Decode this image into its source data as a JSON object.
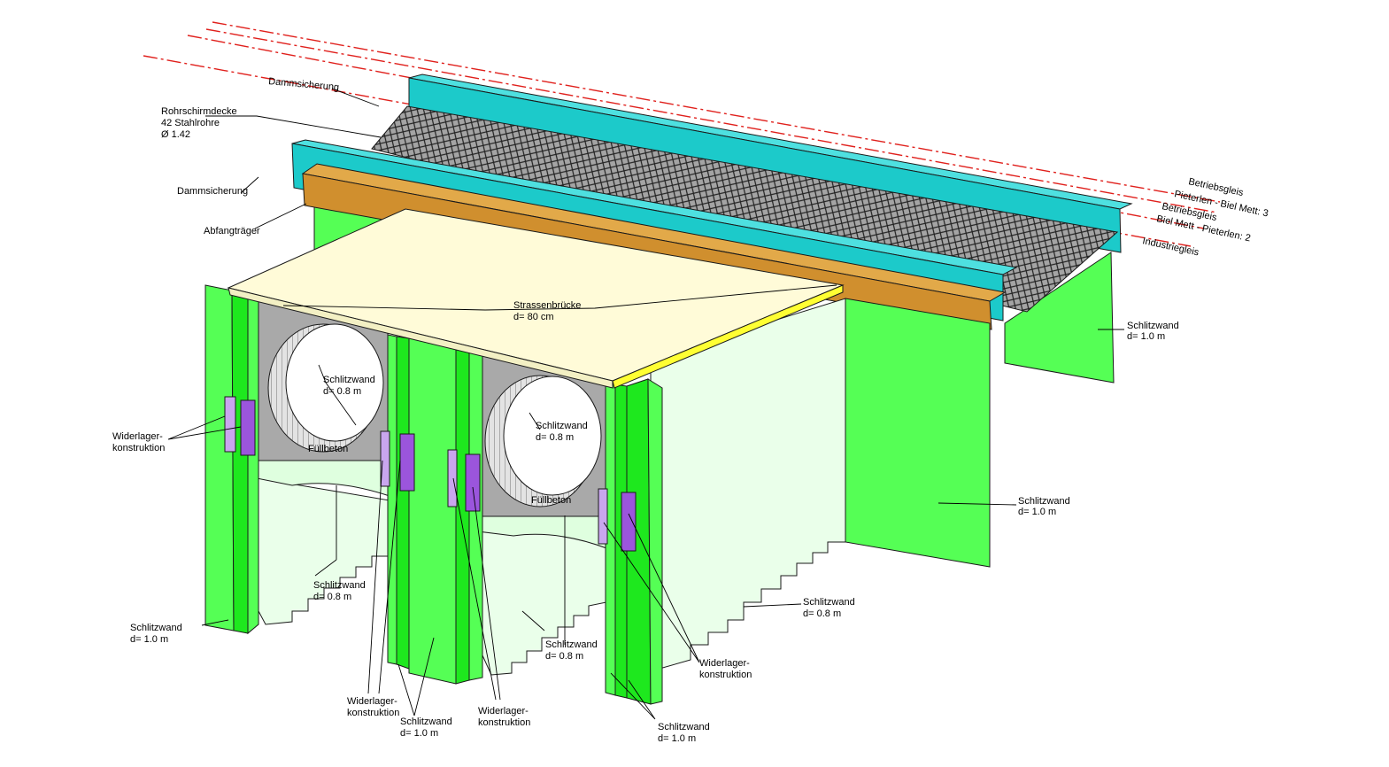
{
  "colors": {
    "diaphragm_wall": "#55ff55",
    "diaphragm_wall_dark": "#1ee81e",
    "inner_wall": "#eaffea",
    "road_bridge": "#fffbd8",
    "road_bridge_edge": "#ffff33",
    "cap_beam": "#d08f2e",
    "steel_beam": "#1ccaca",
    "pipe_roof": "#8a8a8a",
    "abutment": "#c9a6ee",
    "abutment_dark": "#9b55dc",
    "infill_concrete": "#a9a9a9",
    "track_line": "#e0201c"
  },
  "labels": {
    "dammsicherung_top": "Dammsicherung",
    "rohrschirmdecke_l1": "Rohrschirmdecke",
    "rohrschirmdecke_l2": "42 Stahlrohre",
    "rohrschirmdecke_l3": "Ø 1.42",
    "dammsicherung_left": "Dammsicherung",
    "abfangtraeger": "Abfangträger",
    "track1_l1": "Betriebsgleis",
    "track1_l2": "Pieterlen - Biel Mett: 3",
    "track2_l1": "Betriebsgleis",
    "track2_l2": "Biel Mett - Pieterlen: 2",
    "track3": "Industriegleis",
    "strassenbruecke_l1": "Strassenbrücke",
    "strassenbruecke_l2": "d= 80 cm",
    "wall_far_right_l1": "Schlitzwand",
    "wall_far_right_l2": "d= 1.0 m",
    "tube_left_l1": "Schlitzwand",
    "tube_left_l2": "d= 0.8 m",
    "tube_right_l1": "Schlitzwand",
    "tube_right_l2": "d= 0.8 m",
    "fill_left": "Füllbeton",
    "fill_right": "Füllbeton",
    "abutment_left_l1": "Widerlager-",
    "abutment_left_l2": "konstruktion",
    "wall_side_l1": "Schlitzwand",
    "wall_side_l2": "d= 1.0 m",
    "inner_left_l1": "Schlitzwand",
    "inner_left_l2": "d= 0.8 m",
    "inner_mid_l1": "Schlitzwand",
    "inner_mid_l2": "d= 0.8 m",
    "inner_right_l1": "Schlitzwand",
    "inner_right_l2": "d= 0.8 m",
    "wall_front_left_l1": "Schlitzwand",
    "wall_front_left_l2": "d= 1.0 m",
    "abutment_b1_l1": "Widerlager-",
    "abutment_b1_l2": "konstruktion",
    "wall_front_mid_l1": "Schlitzwand",
    "wall_front_mid_l2": "d= 1.0 m",
    "abutment_b2_l1": "Widerlager-",
    "abutment_b2_l2": "konstruktion",
    "abutment_b3_l1": "Widerlager-",
    "abutment_b3_l2": "konstruktion",
    "wall_front_right_l1": "Schlitzwand",
    "wall_front_right_l2": "d= 1.0 m"
  }
}
